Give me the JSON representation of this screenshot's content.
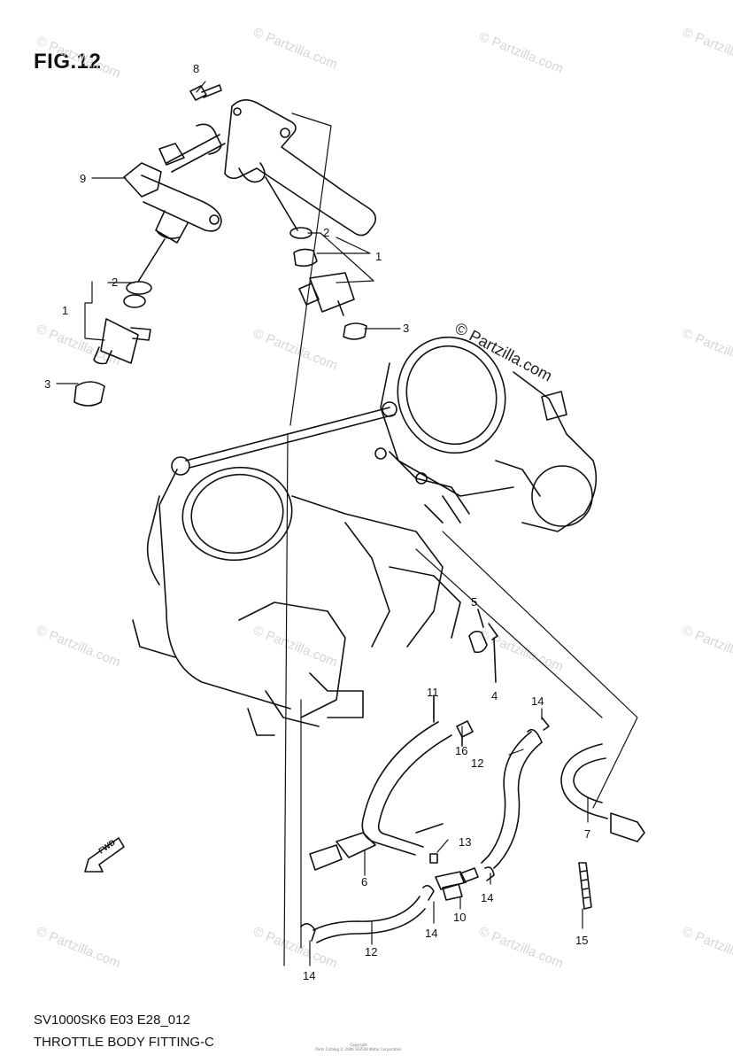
{
  "figure": {
    "title": "FIG.12",
    "code": "SV1000SK6 E03 E28_012",
    "name": "THROTTLE BODY FITTING-C",
    "direction_label": "FWD",
    "copyright_line1": "Copyright",
    "copyright_line2": "Parts Catalog © 2006 SUZUKI Motor Corporation"
  },
  "watermark": {
    "prominent": "© Partzilla.com",
    "repeated": "© Partzilla.com",
    "color": "#d6d6d6"
  },
  "callouts": [
    {
      "label": "8"
    },
    {
      "label": "9"
    },
    {
      "label": "2"
    },
    {
      "label": "1"
    },
    {
      "label": "3"
    },
    {
      "label": "2"
    },
    {
      "label": "1"
    },
    {
      "label": "3"
    },
    {
      "label": "5"
    },
    {
      "label": "4"
    },
    {
      "label": "14"
    },
    {
      "label": "11"
    },
    {
      "label": "16"
    },
    {
      "label": "12"
    },
    {
      "label": "7"
    },
    {
      "label": "13"
    },
    {
      "label": "6"
    },
    {
      "label": "14"
    },
    {
      "label": "10"
    },
    {
      "label": "14"
    },
    {
      "label": "15"
    },
    {
      "label": "12"
    },
    {
      "label": "14"
    }
  ]
}
